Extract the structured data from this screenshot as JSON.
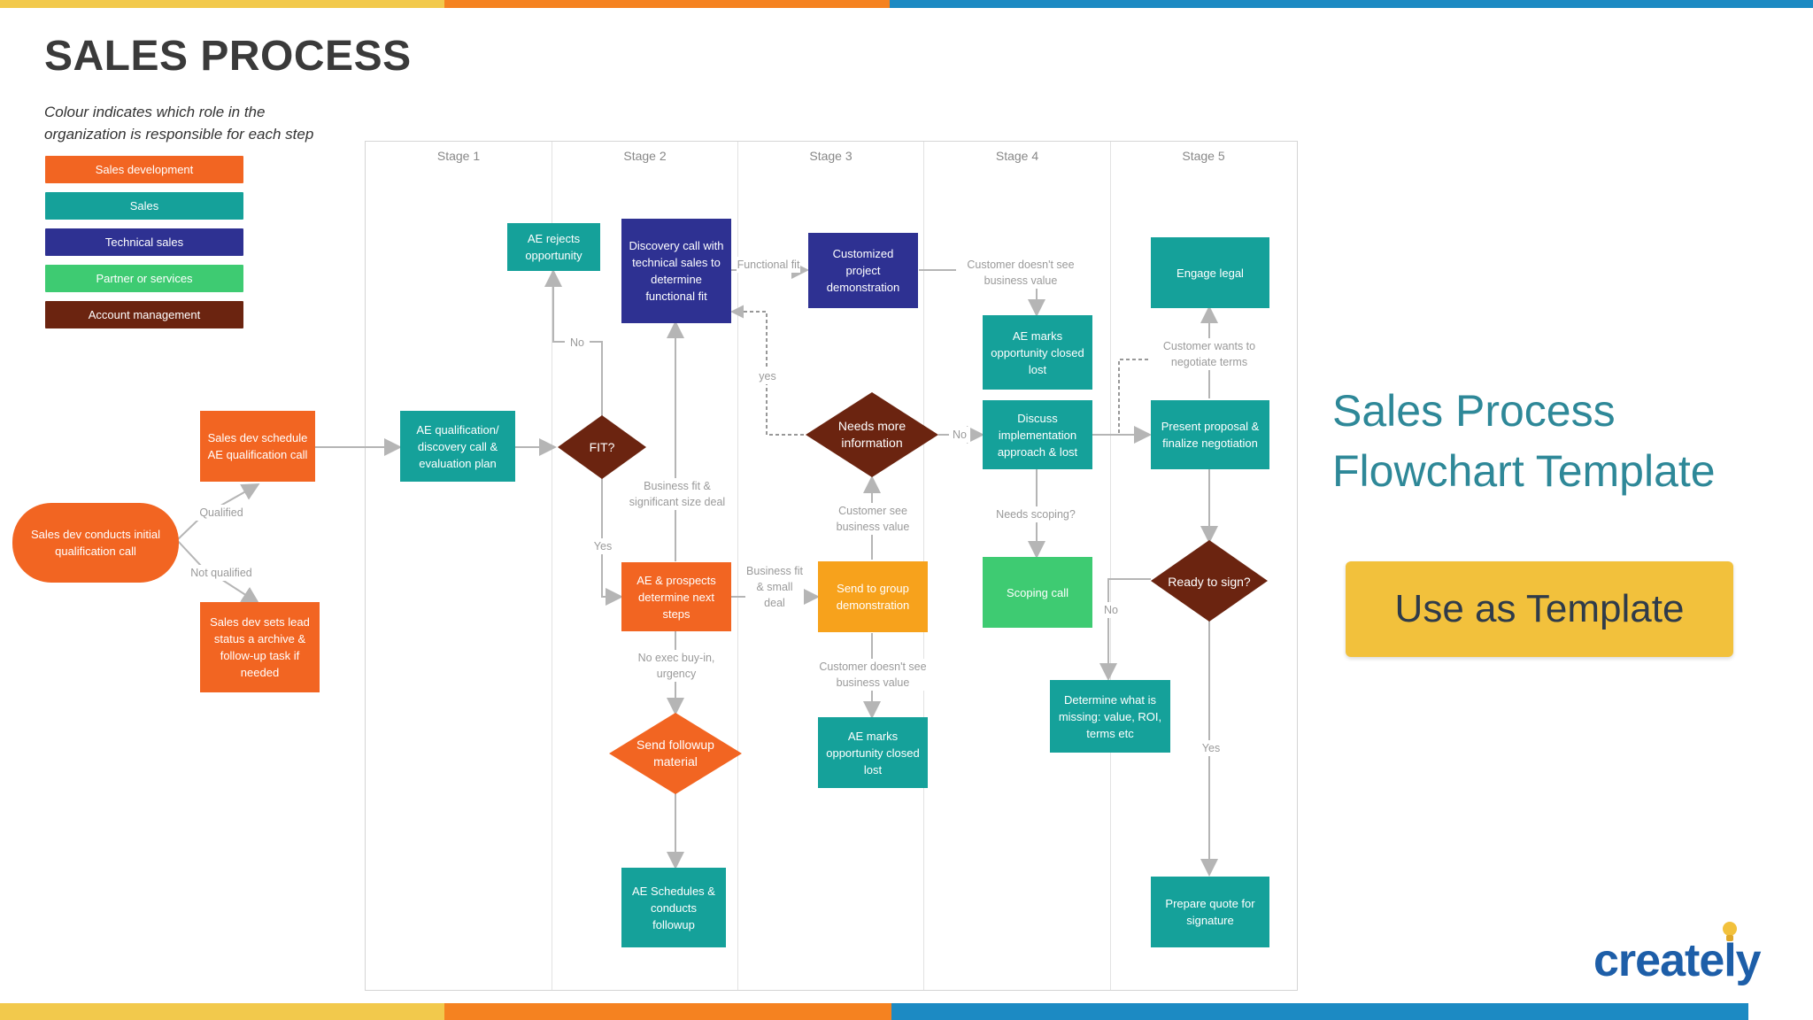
{
  "colors": {
    "sales_development": "#f26522",
    "sales": "#15a19a",
    "technical_sales": "#2e3192",
    "partner_services": "#3ecb72",
    "account_management": "#6b2410",
    "decision": "#6b2410",
    "send_group": "#f7a21c",
    "top_bar": [
      "#f2c94c",
      "#f58220",
      "#1c8ac3"
    ],
    "bottom_bar": [
      "#f2c94c",
      "#f58220",
      "#1c8ac3"
    ]
  },
  "header": {
    "title": "SALES PROCESS",
    "subtitle": "Colour indicates which role in the organization  is responsible for each step"
  },
  "legend": [
    {
      "label": "Sales development",
      "color": "#f26522"
    },
    {
      "label": "Sales",
      "color": "#15a19a"
    },
    {
      "label": "Technical sales",
      "color": "#2e3192"
    },
    {
      "label": "Partner or services",
      "color": "#3ecb72"
    },
    {
      "label": "Account management",
      "color": "#6b2410"
    }
  ],
  "stages": [
    "Stage 1",
    "Stage 2",
    "Stage 3",
    "Stage 4",
    "Stage 5"
  ],
  "nodes": {
    "initial_call": "Sales dev conducts initial qualification call",
    "schedule_ae": "Sales dev schedule AE qualification call",
    "set_lead_status": "Sales dev sets lead status a archive & follow-up task if needed",
    "ae_qualification": "AE qualification/ discovery call & evaluation plan",
    "ae_rejects": "AE rejects opportunity",
    "fit": "FIT?",
    "discovery_call": "Discovery call with technical sales to determine functional fit",
    "ae_prospects": "AE & prospects determine next steps",
    "send_followup": "Send followup  material",
    "ae_schedules": "AE Schedules & conducts followup",
    "customized_demo": "Customized project demonstration",
    "needs_more_info": "Needs more information",
    "send_group_demo": "Send to group demonstration",
    "ae_marks_lost_3": "AE marks opportunity closed lost",
    "ae_marks_lost_4": "AE marks opportunity closed lost",
    "discuss_implementation": "Discuss implementation approach & lost",
    "scoping_call": "Scoping call",
    "engage_legal": "Engage legal",
    "present_proposal": "Present proposal & finalize negotiation",
    "ready_to_sign": "Ready to sign?",
    "determine_missing": "Determine what is missing: value, ROI, terms etc",
    "prepare_quote": "Prepare quote for signature"
  },
  "edge_labels": {
    "qualified": "Qualified",
    "not_qualified": "Not qualified",
    "no_fit": "No",
    "yes_fit": "Yes",
    "business_fit": "Business fit & significant size deal",
    "functional_fit": "Functional fit",
    "yes_info": "yes",
    "no_info": "No",
    "customer_sees_value": "Customer see business value",
    "business_fit_small": "Business fit & small deal",
    "no_exec": "No exec buy-in, urgency",
    "doesnt_see_value_3": "Customer doesn't see business value",
    "doesnt_see_value_4": "Customer doesn't see business value",
    "needs_scoping": "Needs scoping?",
    "wants_negotiate": "Customer wants to negotiate terms",
    "no_sign": "No",
    "yes_sign": "Yes"
  },
  "side": {
    "title_line1": "Sales Process",
    "title_line2": "Flowchart Template",
    "cta_label": "Use as Template",
    "logo": "creately"
  }
}
